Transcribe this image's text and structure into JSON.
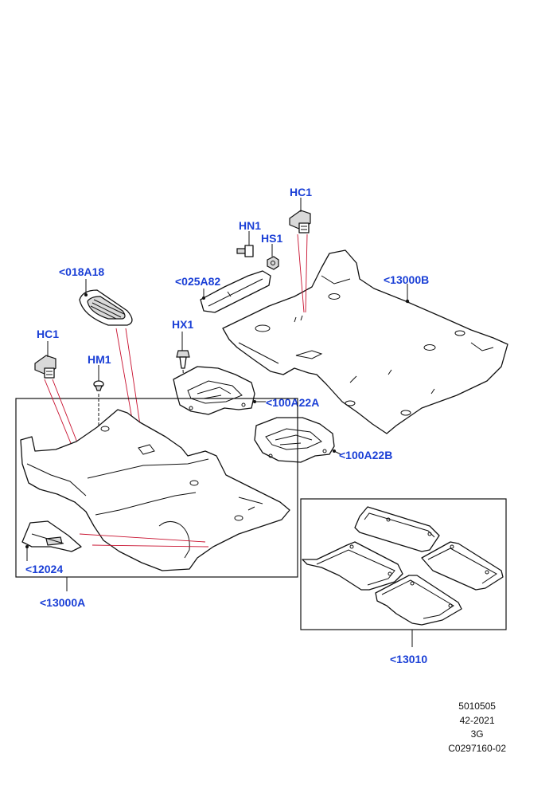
{
  "labels": {
    "hc1_top": "HC1",
    "hn1": "HN1",
    "hs1": "HS1",
    "p025a82": "<025A82",
    "p13000b": "<13000B",
    "p018a18": "<018A18",
    "hx1": "HX1",
    "hc1_left": "HC1",
    "hm1": "HM1",
    "p100a22a": "<100A22A",
    "p100a22b": "<100A22B",
    "p12024": "<12024",
    "p13000a": "<13000A",
    "p13010": "<13010"
  },
  "footer": {
    "line1": "5010505",
    "line2": "42-2021",
    "line3": "3G",
    "line4": "C0297160-02"
  },
  "colors": {
    "label": "#1a3fd6",
    "leader": "#111111",
    "red_guide": "#c8102e"
  }
}
